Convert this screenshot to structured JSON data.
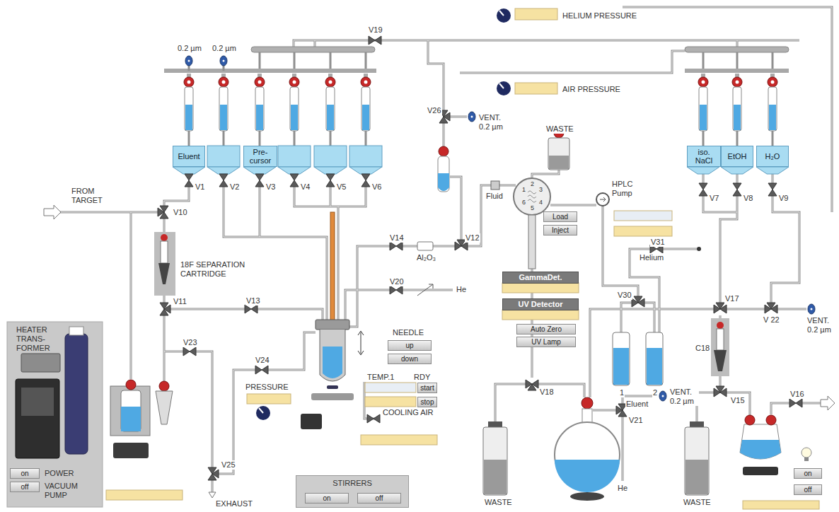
{
  "diagram": {
    "nodes": [
      {
        "text": [
          "Eluent"
        ]
      },
      {
        "text": [
          "Pre- cursor"
        ]
      },
      {
        "text": [
          "iso. NaCl"
        ]
      },
      {
        "text": [
          "EtOH"
        ]
      },
      {
        "text": [
          "H₂O"
        ]
      },
      {
        "text": [
          "GammaDet."
        ]
      },
      {
        "text": [
          "UV Detector"
        ]
      },
      {
        "text": [
          "Auto Zero"
        ]
      },
      {
        "text": [
          "UV Lamp"
        ]
      },
      {
        "text": [
          "Load"
        ]
      },
      {
        "text": [
          "Inject"
        ]
      },
      {
        "text": [
          "up"
        ]
      },
      {
        "text": [
          "down"
        ]
      },
      {
        "text": [
          "start"
        ]
      },
      {
        "text": [
          "stop"
        ]
      },
      {
        "text": [
          "STIRRERS"
        ]
      },
      {
        "text": [
          "on"
        ],
        "in": 15
      },
      {
        "text": [
          "off"
        ],
        "in": 15
      },
      {
        "text": [
          "on"
        ]
      },
      {
        "text": [
          "off"
        ]
      },
      {
        "text": [
          "on"
        ]
      },
      {
        "text": [
          "off"
        ]
      }
    ],
    "labels": [
      "HELIUM PRESSURE",
      "AIR PRESSURE",
      "V19",
      "0.2 µm",
      "0.2 µm",
      "V1",
      "V2",
      "V3",
      "V4",
      "V5",
      "V6",
      "FROM TARGET",
      "V10",
      "18F SEPARATION CARTRIDGE",
      "V11",
      "V13",
      "V23",
      "V24",
      "PRESSURE",
      "V25",
      "EXHAUST",
      "HEATER TRANS- FORMER",
      "POWER",
      "VACUUM PUMP",
      "V26",
      "VENT. 0.2 µm",
      "Fluid",
      "Al₂O₃",
      "V14",
      "V12",
      "V20",
      "He",
      "NEEDLE",
      "TEMP.1",
      "RDY",
      "COOLING AIR",
      "WASTE",
      "1",
      "2",
      "3",
      "4",
      "5",
      "6",
      "HPLC Pump",
      "V31",
      "Helium",
      "V30",
      "1",
      "2",
      "Eluent",
      "V7",
      "V8",
      "V9",
      "V17",
      "V 22",
      "VENT. 0.2 µm",
      "C18",
      "V15",
      "V16",
      "V18",
      "VENT. 0.2 µm",
      "V21",
      "He",
      "WASTE",
      "WASTE"
    ]
  }
}
